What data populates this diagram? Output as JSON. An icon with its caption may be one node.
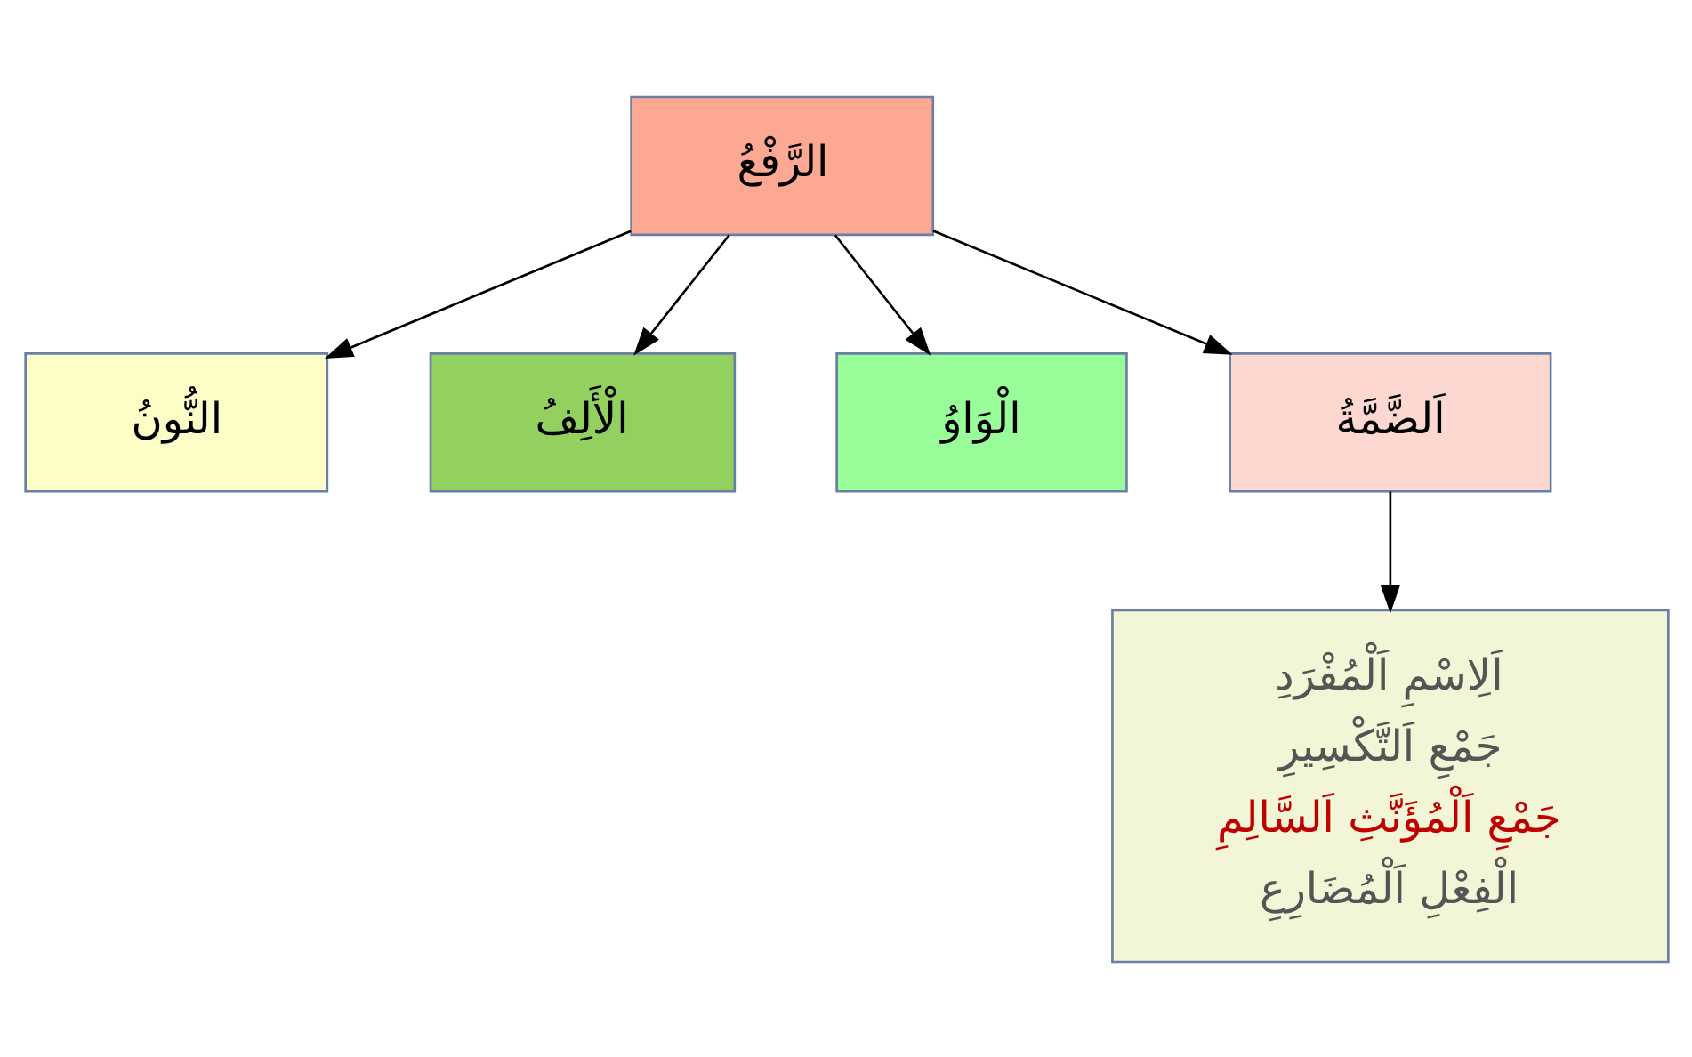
{
  "diagram": {
    "nodes": [
      {
        "text": [
          "الرَّفْعُ"
        ]
      },
      {
        "text": [
          "النُّونُ"
        ]
      },
      {
        "text": [
          "الْأَلِفُ"
        ]
      },
      {
        "text": [
          "الْوَاوُ"
        ]
      },
      {
        "text": [
          "اَلضَّمَّةُ"
        ]
      },
      {
        "text": [
          "اَلِاسْمِ اَلْمُفْرَدِ",
          "جَمْعِ اَلتَّكْسِيرِ",
          "جَمْعِ اَلْمُؤَنَّثِ اَلسَّالِمِ",
          "الْفِعْلِ اَلْمُضَارِعِ"
        ]
      }
    ],
    "edges": [
      {
        "from": 0,
        "to": 1,
        "arrow": "to"
      },
      {
        "from": 0,
        "to": 2,
        "arrow": "to"
      },
      {
        "from": 0,
        "to": 3,
        "arrow": "to"
      },
      {
        "from": 0,
        "to": 4,
        "arrow": "to"
      },
      {
        "from": 4,
        "to": 5,
        "arrow": "to"
      }
    ]
  }
}
